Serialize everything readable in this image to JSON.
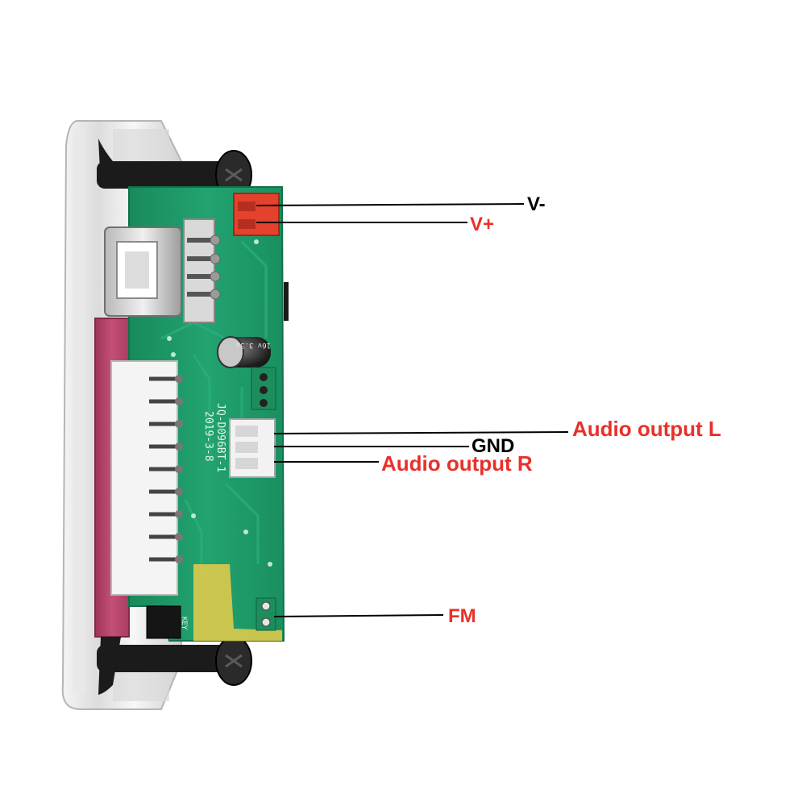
{
  "diagram": {
    "pin_labels": {
      "v_minus": "V-",
      "v_plus": "V+",
      "audio_l": "Audio output L",
      "gnd": "GND",
      "audio_r": "Audio output R",
      "fm": "FM"
    },
    "pcb_silkscreen": {
      "model": "JQ-D096BT-1",
      "date": "2019-3-8",
      "cap_marking": "16v 3.3u",
      "key_mark": "KEY"
    },
    "colors": {
      "label_red": "#e8302a",
      "label_black": "#000000",
      "pcb_green": "#1f9e6b",
      "connector_red": "#e4422c",
      "pink_panel": "#b8466b"
    }
  }
}
